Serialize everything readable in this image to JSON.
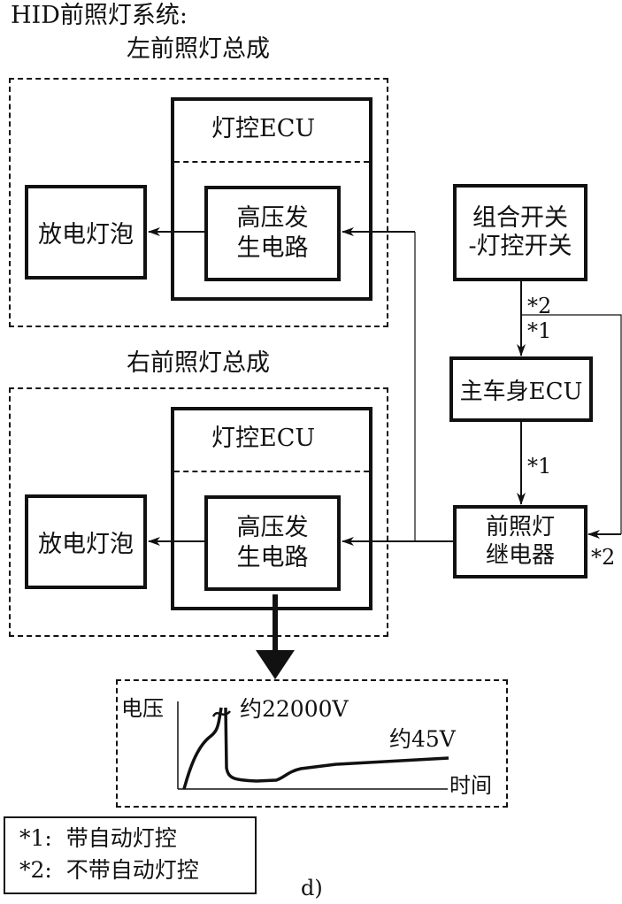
{
  "title": "HID前照灯系统:",
  "left_assembly": {
    "label": "左前照灯总成",
    "ecu_label": "灯控ECU",
    "hv_circuit_line1": "高压发",
    "hv_circuit_line2": "生电路",
    "bulb_label": "放电灯泡"
  },
  "right_assembly": {
    "label": "右前照灯总成",
    "ecu_label": "灯控ECU",
    "hv_circuit_line1": "高压发",
    "hv_circuit_line2": "生电路",
    "bulb_label": "放电灯泡"
  },
  "combo_switch": {
    "line1": "组合开关",
    "line2": "-灯控开关"
  },
  "body_ecu": {
    "label": "主车身ECU"
  },
  "relay": {
    "line1": "前照灯",
    "line2": "继电器"
  },
  "connection_labels": {
    "switch_bypass": "*2",
    "switch_to_ecu": "*1",
    "ecu_to_relay": "*1",
    "bypass_to_relay": "*2"
  },
  "waveform": {
    "y_axis_label": "电压",
    "x_axis_label": "时间",
    "peak_label": "约22000V",
    "steady_label": "约45V"
  },
  "legend": {
    "items": [
      {
        "key": "*1:",
        "text": "带自动灯控"
      },
      {
        "key": "*2:",
        "text": "不带自动灯控"
      }
    ]
  },
  "figure_label": "d)"
}
